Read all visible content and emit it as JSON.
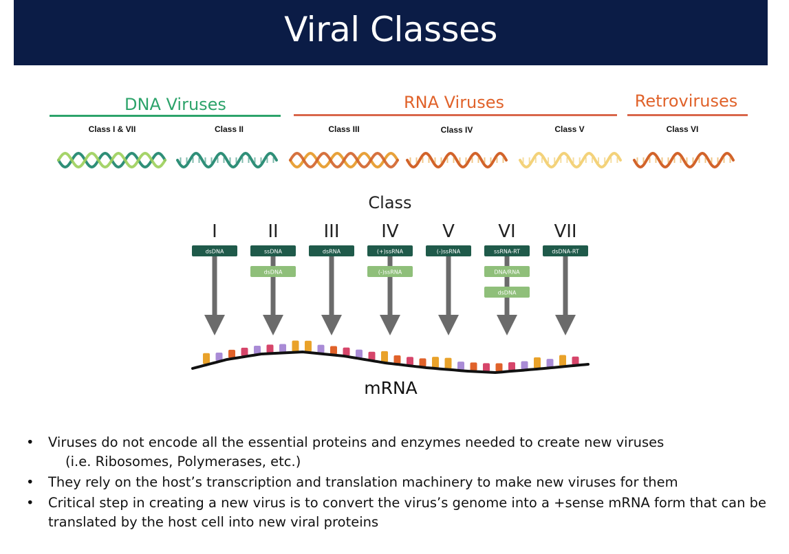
{
  "title": "Viral Classes",
  "groups": [
    {
      "label": "DNA Viruses",
      "color": "#2ca36a"
    },
    {
      "label": "RNA Viruses",
      "color": "#e0622a"
    },
    {
      "label": "Retroviruses",
      "color": "#e0622a"
    }
  ],
  "group_line_colors": [
    "#2ca36a",
    "#d9664a",
    "#d9664a"
  ],
  "class_labels": [
    "Class I & VII",
    "Class II",
    "Class III",
    "Class IV",
    "Class V",
    "Class VI"
  ],
  "diagram": {
    "title": "Class",
    "columns": [
      {
        "numeral": "I",
        "boxes": [
          "dsDNA"
        ]
      },
      {
        "numeral": "II",
        "boxes": [
          "ssDNA",
          "dsDNA"
        ]
      },
      {
        "numeral": "III",
        "boxes": [
          "dsRNA"
        ]
      },
      {
        "numeral": "IV",
        "boxes": [
          "(+)ssRNA",
          "(-)ssRNA"
        ]
      },
      {
        "numeral": "V",
        "boxes": [
          "(-)ssRNA"
        ]
      },
      {
        "numeral": "VI",
        "boxes": [
          "ssRNA-RT",
          "DNA/RNA",
          "dsDNA"
        ]
      },
      {
        "numeral": "VII",
        "boxes": [
          "dsDNA-RT"
        ]
      }
    ],
    "mrna_label": "mRNA",
    "box_dark": "#1f5a4a",
    "box_light": "#8fbf7a",
    "arrow_color": "#6b6b6b"
  },
  "bullets": [
    {
      "text": "Viruses do not encode all the essential proteins and enzymes needed to create new viruses",
      "sub": "(i.e. Ribosomes, Polymerases, etc.)"
    },
    {
      "text": "They rely on the host’s transcription and translation machinery to make new viruses for them",
      "sub": ""
    },
    {
      "text": "Critical step in creating a new virus is to convert the virus’s genome into a +sense mRNA form that can be translated by the host cell into new viral proteins",
      "sub": ""
    }
  ],
  "bullet_symbol": "•"
}
